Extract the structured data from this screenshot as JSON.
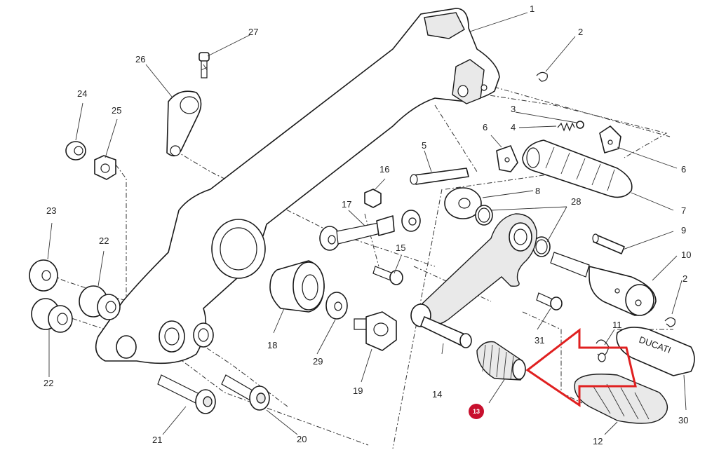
{
  "callouts": {
    "c1": "1",
    "c2a": "2",
    "c2b": "2",
    "c3": "3",
    "c4": "4",
    "c5": "5",
    "c6a": "6",
    "c6b": "6",
    "c7": "7",
    "c8": "8",
    "c9": "9",
    "c10": "10",
    "c11": "11",
    "c12": "12",
    "c14": "14",
    "c15": "15",
    "c16": "16",
    "c17": "17",
    "c18": "18",
    "c19": "19",
    "c20": "20",
    "c21": "21",
    "c22a": "22",
    "c22b": "22",
    "c23": "23",
    "c24": "24",
    "c25": "25",
    "c26": "26",
    "c27": "27",
    "c28": "28",
    "c29": "29",
    "c30": "30",
    "c31": "31"
  },
  "highlight": {
    "badge": "13",
    "badge_color": "#c8102e",
    "arrow_color": "#e02020"
  },
  "footpeg_branding": "DUCATI"
}
